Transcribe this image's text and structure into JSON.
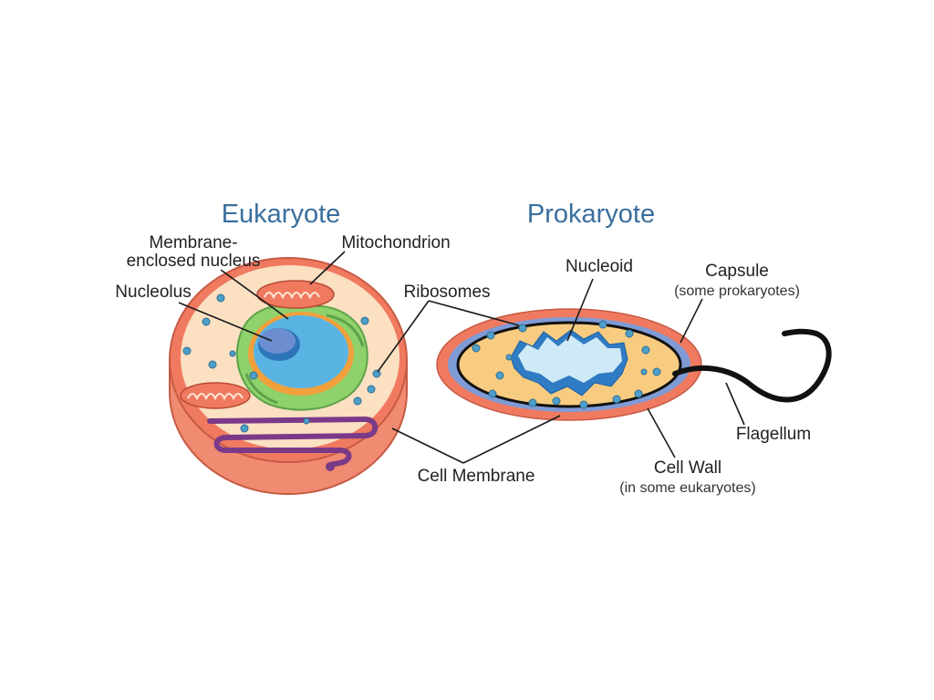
{
  "titles": {
    "eukaryote": "Eukaryote",
    "prokaryote": "Prokaryote"
  },
  "labels": {
    "membrane_line1": "Membrane-",
    "membrane_line2": "enclosed nucleus",
    "mitochondrion": "Mitochondrion",
    "nucleolus": "Nucleolus",
    "ribosomes": "Ribosomes",
    "nucleoid": "Nucleoid",
    "capsule": "Capsule",
    "capsule_note": "(some prokaryotes)",
    "flagellum": "Flagellum",
    "cell_membrane": "Cell Membrane",
    "cell_wall": "Cell Wall",
    "cell_wall_note": "(in some eukaryotes)"
  },
  "colors": {
    "title": "#3a6f9e",
    "cell_outer": "#f07a60",
    "cytoplasm": "#fbe0c2",
    "nucleus": "#59b4e3",
    "nucleolus": "#2e74b8",
    "er_green": "#8fd16b",
    "capsule": "#f07a60",
    "cell_wall": "#7f9bd6",
    "pro_cytoplasm": "#f8cc80",
    "nucleoid": "#cfeaf7",
    "ribosome": "#4d9fc9",
    "golgi": "#7a3a88"
  }
}
